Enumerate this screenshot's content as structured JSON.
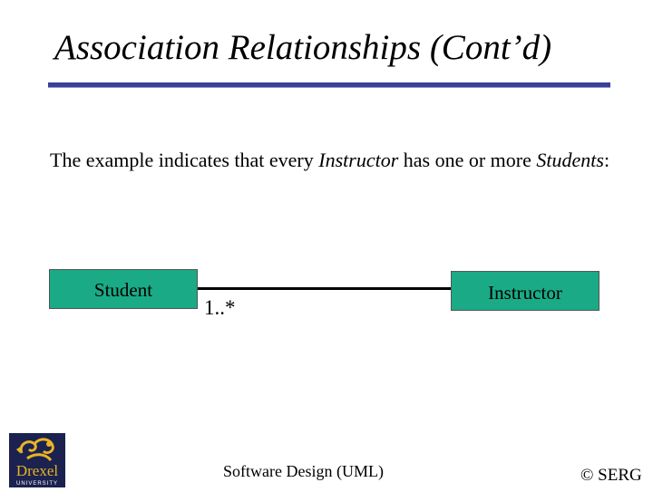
{
  "slide": {
    "title": "Association Relationships (Cont’d)",
    "text_prefix": "The example indicates that every ",
    "text_instructor": "Instructor",
    "text_middle": " has one or more ",
    "text_students": "Students",
    "text_suffix": ":"
  },
  "diagram": {
    "class_left": "Student",
    "class_right": "Instructor",
    "multiplicity": "1..*"
  },
  "footer": {
    "center": "Software Design (UML)",
    "right": "© SERG"
  },
  "logo": {
    "name": "Drexel",
    "subtitle": "UNIVERSITY"
  },
  "colors": {
    "class_fill": "#1aaa86",
    "rule": "#3a3f9a",
    "logo_bg": "#1b2250",
    "logo_gold": "#e8b422"
  }
}
